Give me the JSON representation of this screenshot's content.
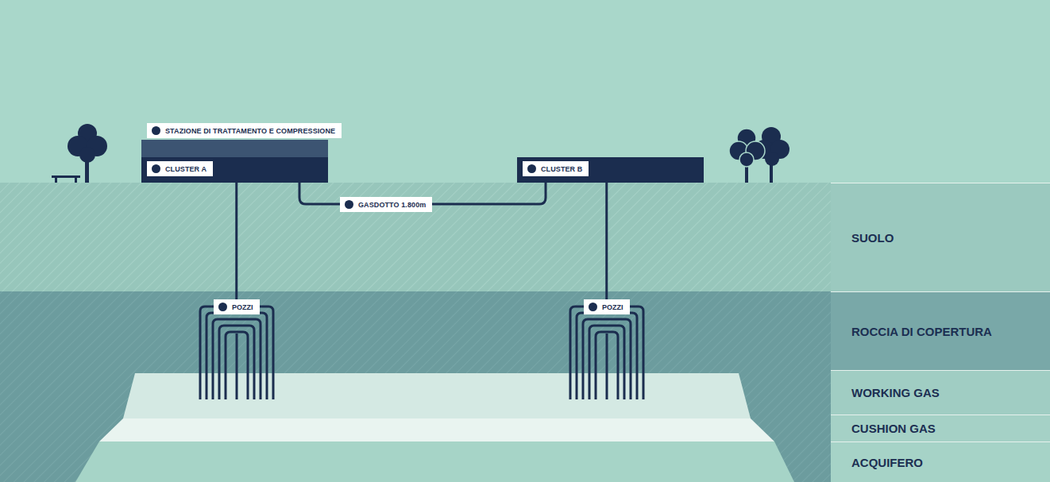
{
  "diagram": {
    "nodes": [
      {
        "text": [
          "STAZIONE DI TRATTAMENTO E COMPRESSIONE"
        ]
      },
      {
        "text": [
          "CLUSTER A"
        ]
      },
      {
        "text": [
          "CLUSTER B"
        ]
      },
      {
        "text": [
          "POZZI"
        ]
      },
      {
        "text": [
          "POZZI"
        ]
      },
      {
        "text": [
          "SUOLO"
        ]
      },
      {
        "text": [
          "ROCCIA DI COPERTURA"
        ]
      },
      {
        "text": [
          "WORKING GAS"
        ]
      },
      {
        "text": [
          "CUSHION GAS"
        ]
      },
      {
        "text": [
          "ACQUIFERO"
        ]
      }
    ],
    "edges": [
      {
        "from": 1,
        "to": 2,
        "label": "GASDOTTO 1.800m",
        "arrow": "none"
      },
      {
        "from": 1,
        "to": 3,
        "arrow": "none"
      },
      {
        "from": 2,
        "to": 4,
        "arrow": "none"
      }
    ]
  }
}
